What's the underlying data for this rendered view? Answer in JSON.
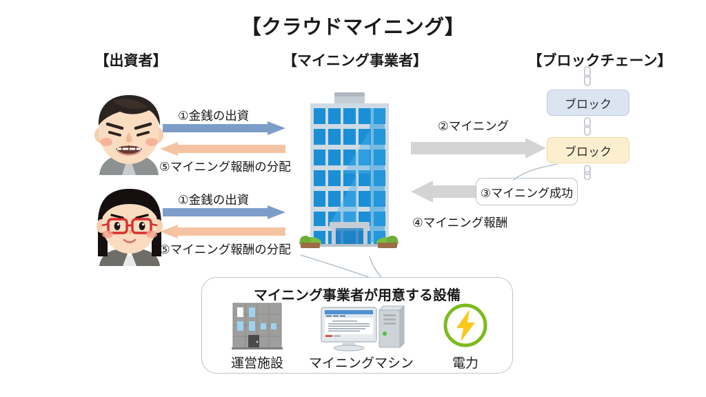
{
  "title": "【クラウドマイニング】",
  "headers": {
    "investor": "【出資者】",
    "miner": "【マイニング事業者】",
    "blockchain": "【ブロックチェーン】"
  },
  "flows": [
    {
      "id": "invest-1",
      "label": "①金銭の出資",
      "direction": "right",
      "color": "#7d9dc9"
    },
    {
      "id": "reward-1",
      "label": "⑤マイニング報酬の分配",
      "direction": "left",
      "color": "#f5c3a2"
    },
    {
      "id": "invest-2",
      "label": "①金銭の出資",
      "direction": "right",
      "color": "#7d9dc9"
    },
    {
      "id": "reward-2",
      "label": "⑤マイニング報酬の分配",
      "direction": "left",
      "color": "#f5c3a2"
    },
    {
      "id": "mining",
      "label": "②マイニング",
      "direction": "right",
      "color": "#d4d4d4"
    },
    {
      "id": "reward-bc",
      "label": "④マイニング報酬",
      "direction": "left",
      "color": "#d4d4d4"
    }
  ],
  "callouts": {
    "mining_success": "③マイニング成功",
    "equipment_title": "マイニング事業者が用意する設備"
  },
  "blockchain": {
    "blocks": [
      {
        "label": "ブロック",
        "fill": "#dce4f2",
        "border": "#bcc9e3"
      },
      {
        "label": "ブロック",
        "fill": "#fcefd0",
        "border": "#e9d8a2"
      }
    ],
    "link_icon": "chain-link-icon"
  },
  "equipment": [
    {
      "label": "運営施設",
      "icon": "facility-building-icon"
    },
    {
      "label": "マイニングマシン",
      "icon": "desktop-computer-icon"
    },
    {
      "label": "電力",
      "icon": "lightning-bolt-icon"
    }
  ],
  "actors": [
    {
      "id": "investor-man",
      "icon": "man-face-icon"
    },
    {
      "id": "investor-woman",
      "icon": "woman-face-icon"
    },
    {
      "id": "mining-company",
      "icon": "office-building-icon"
    }
  ],
  "colors": {
    "accent_blue": "#7d9dc9",
    "accent_orange": "#f5c3a2",
    "accent_gray": "#d4d4d4",
    "building_blue": "#1a8fd6",
    "power_green": "#7dbb1e",
    "bolt_yellow": "#fbc71b"
  }
}
